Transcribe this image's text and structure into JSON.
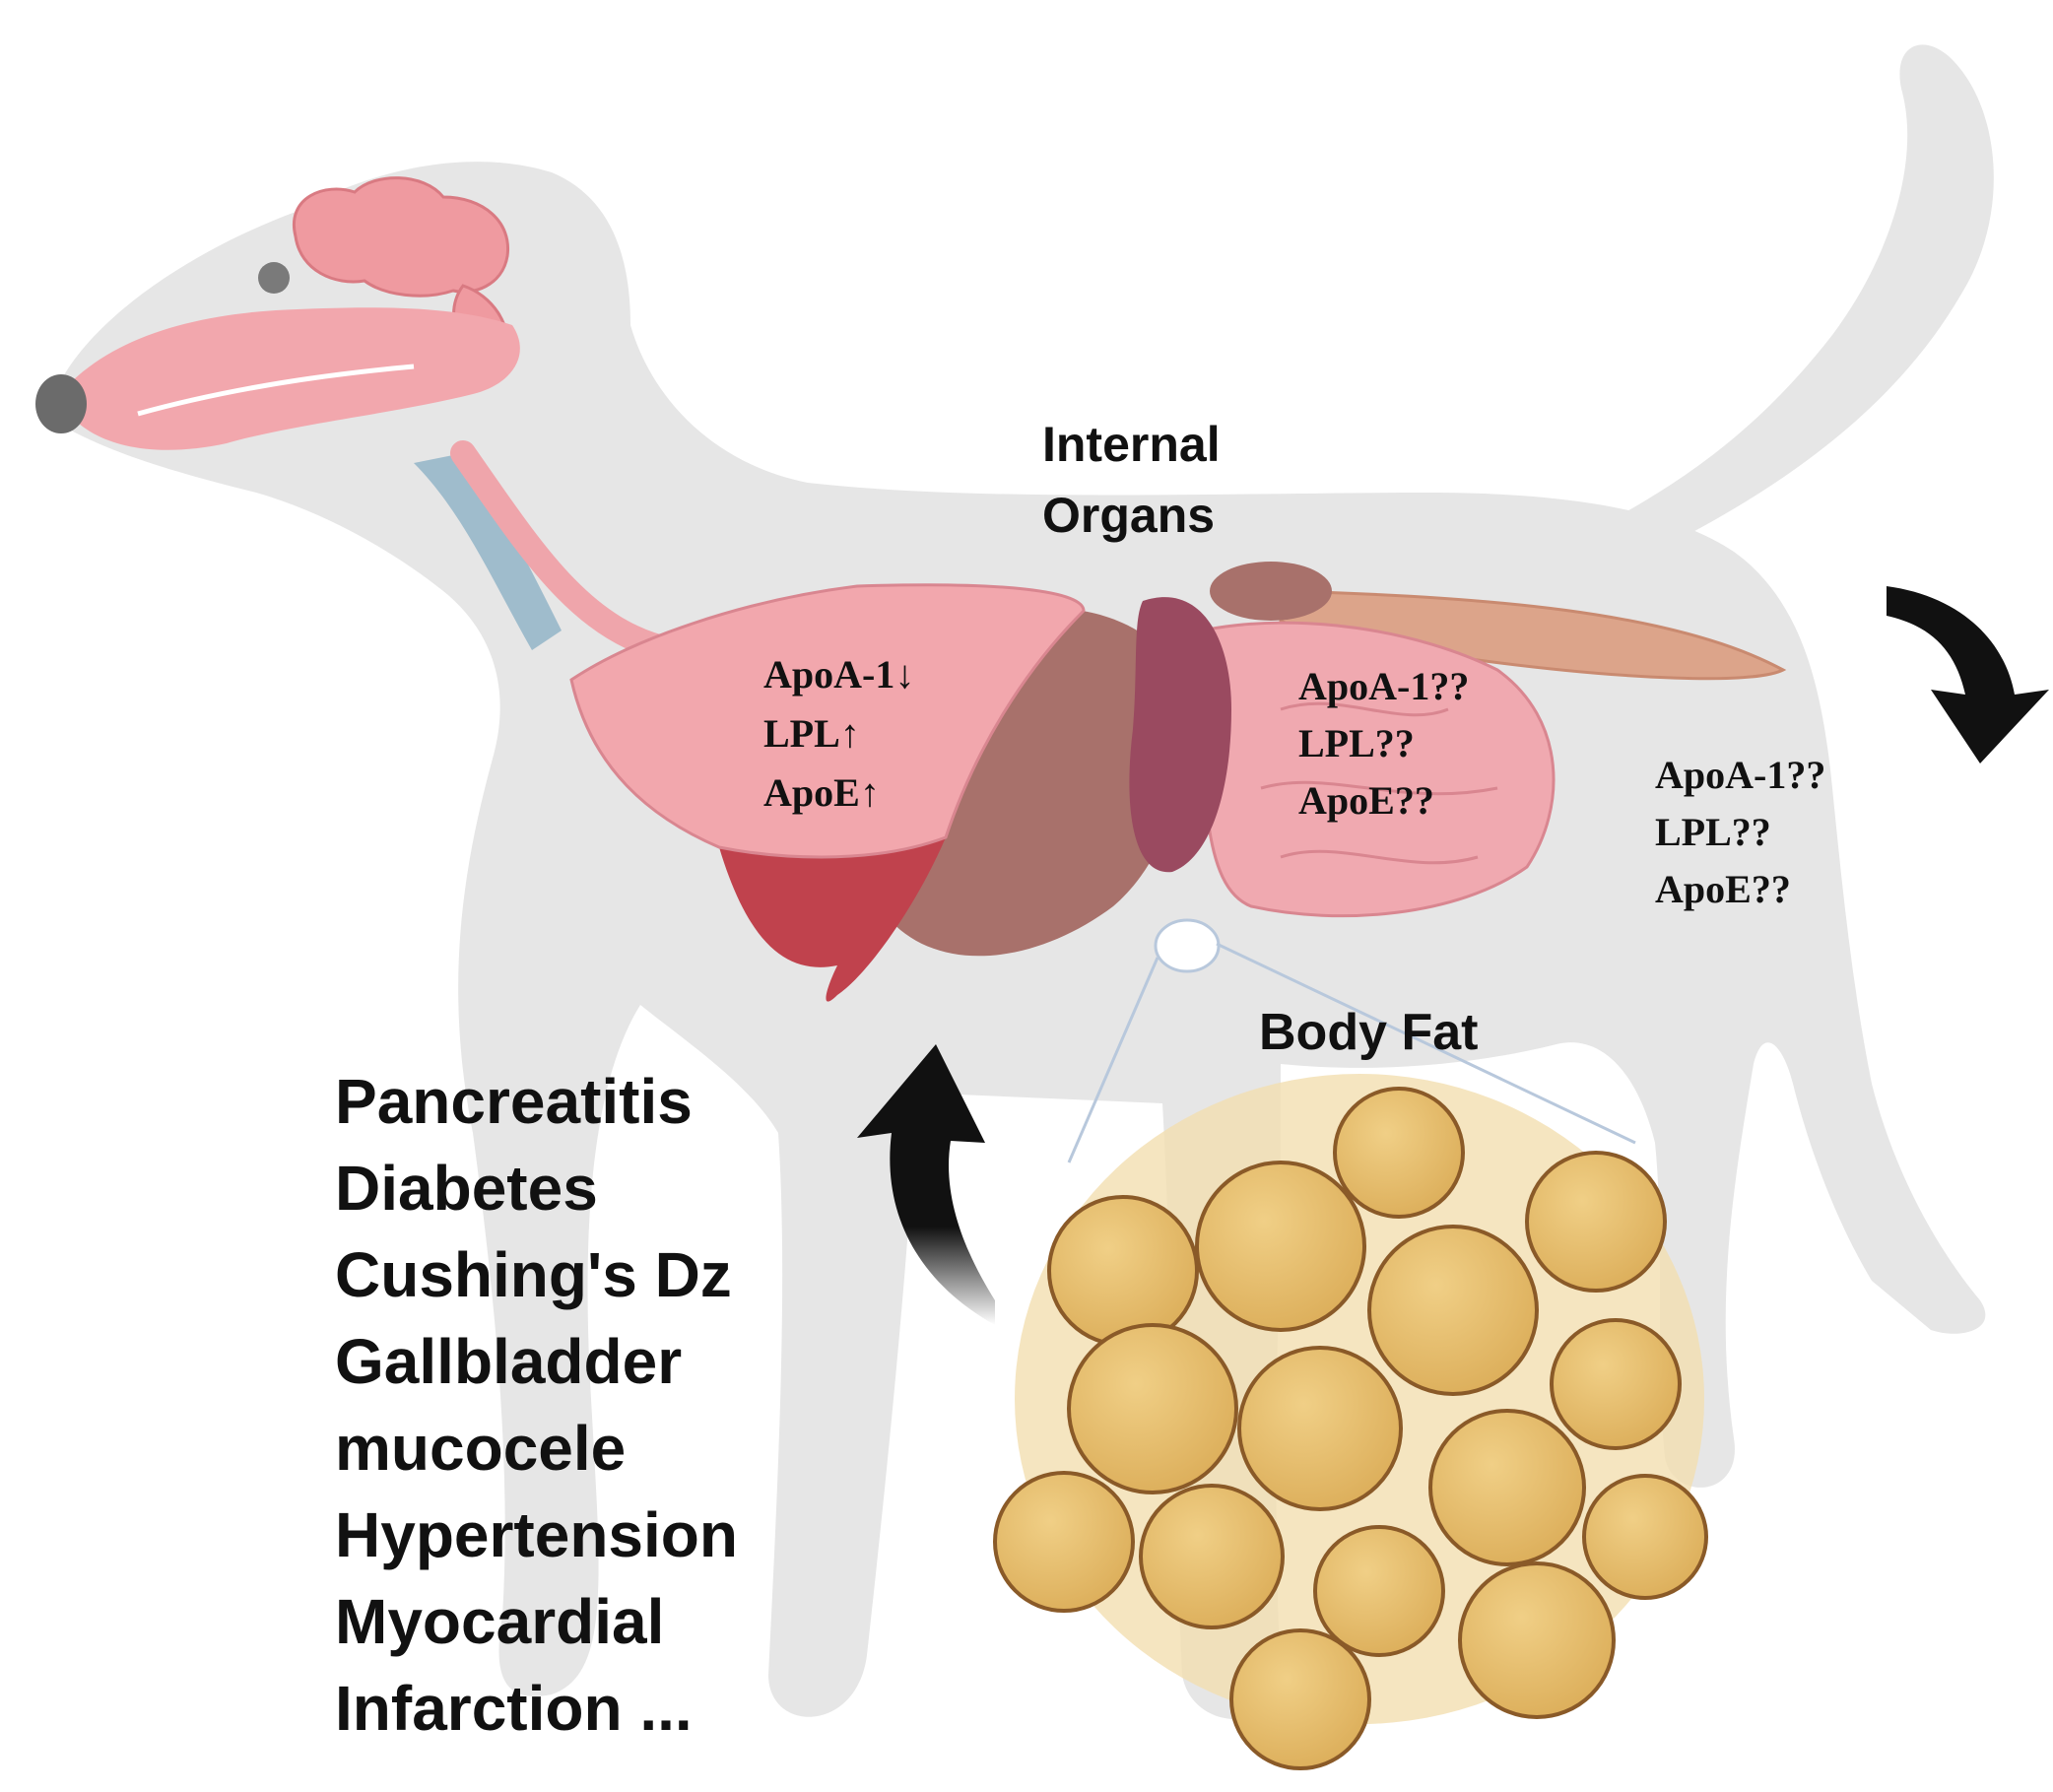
{
  "labels": {
    "internal_organs": [
      "Internal",
      "Organs"
    ],
    "body_fat": "Body Fat"
  },
  "markers": {
    "liver": [
      "ApoA-1↓",
      "LPL↑",
      "ApoE↑"
    ],
    "intestine": [
      "ApoA-1??",
      "LPL??",
      "ApoE??"
    ],
    "body": [
      "ApoA-1??",
      "LPL??",
      "ApoE??"
    ]
  },
  "diseases": [
    "Pancreatitis",
    "Diabetes",
    "Cushing's Dz",
    "Gallbladder",
    "mucocele",
    "Hypertension",
    "Myocardial",
    "Infarction ..."
  ],
  "colors": {
    "silhouette": "#e6e6e6",
    "organ_pink": "#f2a7ad",
    "liver_dark": "#c0424d",
    "spleen": "#9a4a60",
    "intestine": "#dca48a",
    "fat_cell": "#e8c070",
    "arrow": "#111111"
  }
}
